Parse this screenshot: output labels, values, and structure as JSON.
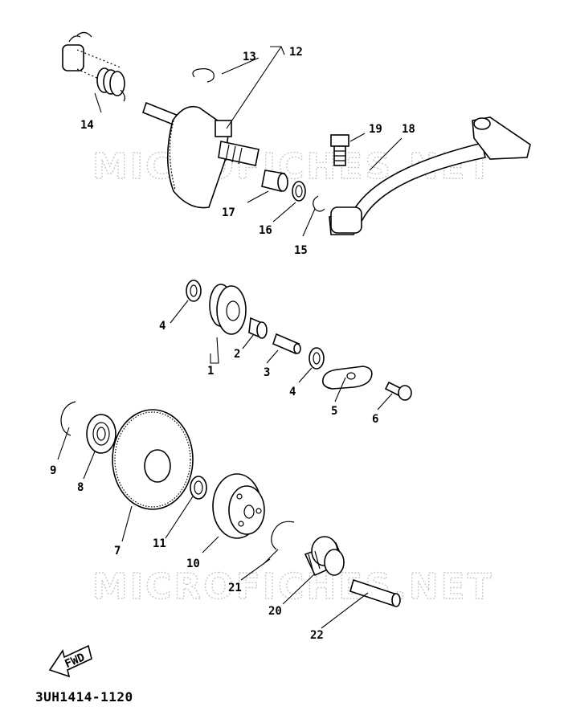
{
  "diagram": {
    "watermarks": [
      "MICROFICHES.NET",
      "MICROFICHES.NET"
    ],
    "figure_code": "3UH1414-1120",
    "fwd_label": "FWD",
    "callouts": [
      "1",
      "2",
      "3",
      "4",
      "4",
      "5",
      "6",
      "7",
      "8",
      "9",
      "10",
      "11",
      "12",
      "13",
      "14",
      "15",
      "16",
      "17",
      "18",
      "19",
      "20",
      "21",
      "22"
    ]
  }
}
